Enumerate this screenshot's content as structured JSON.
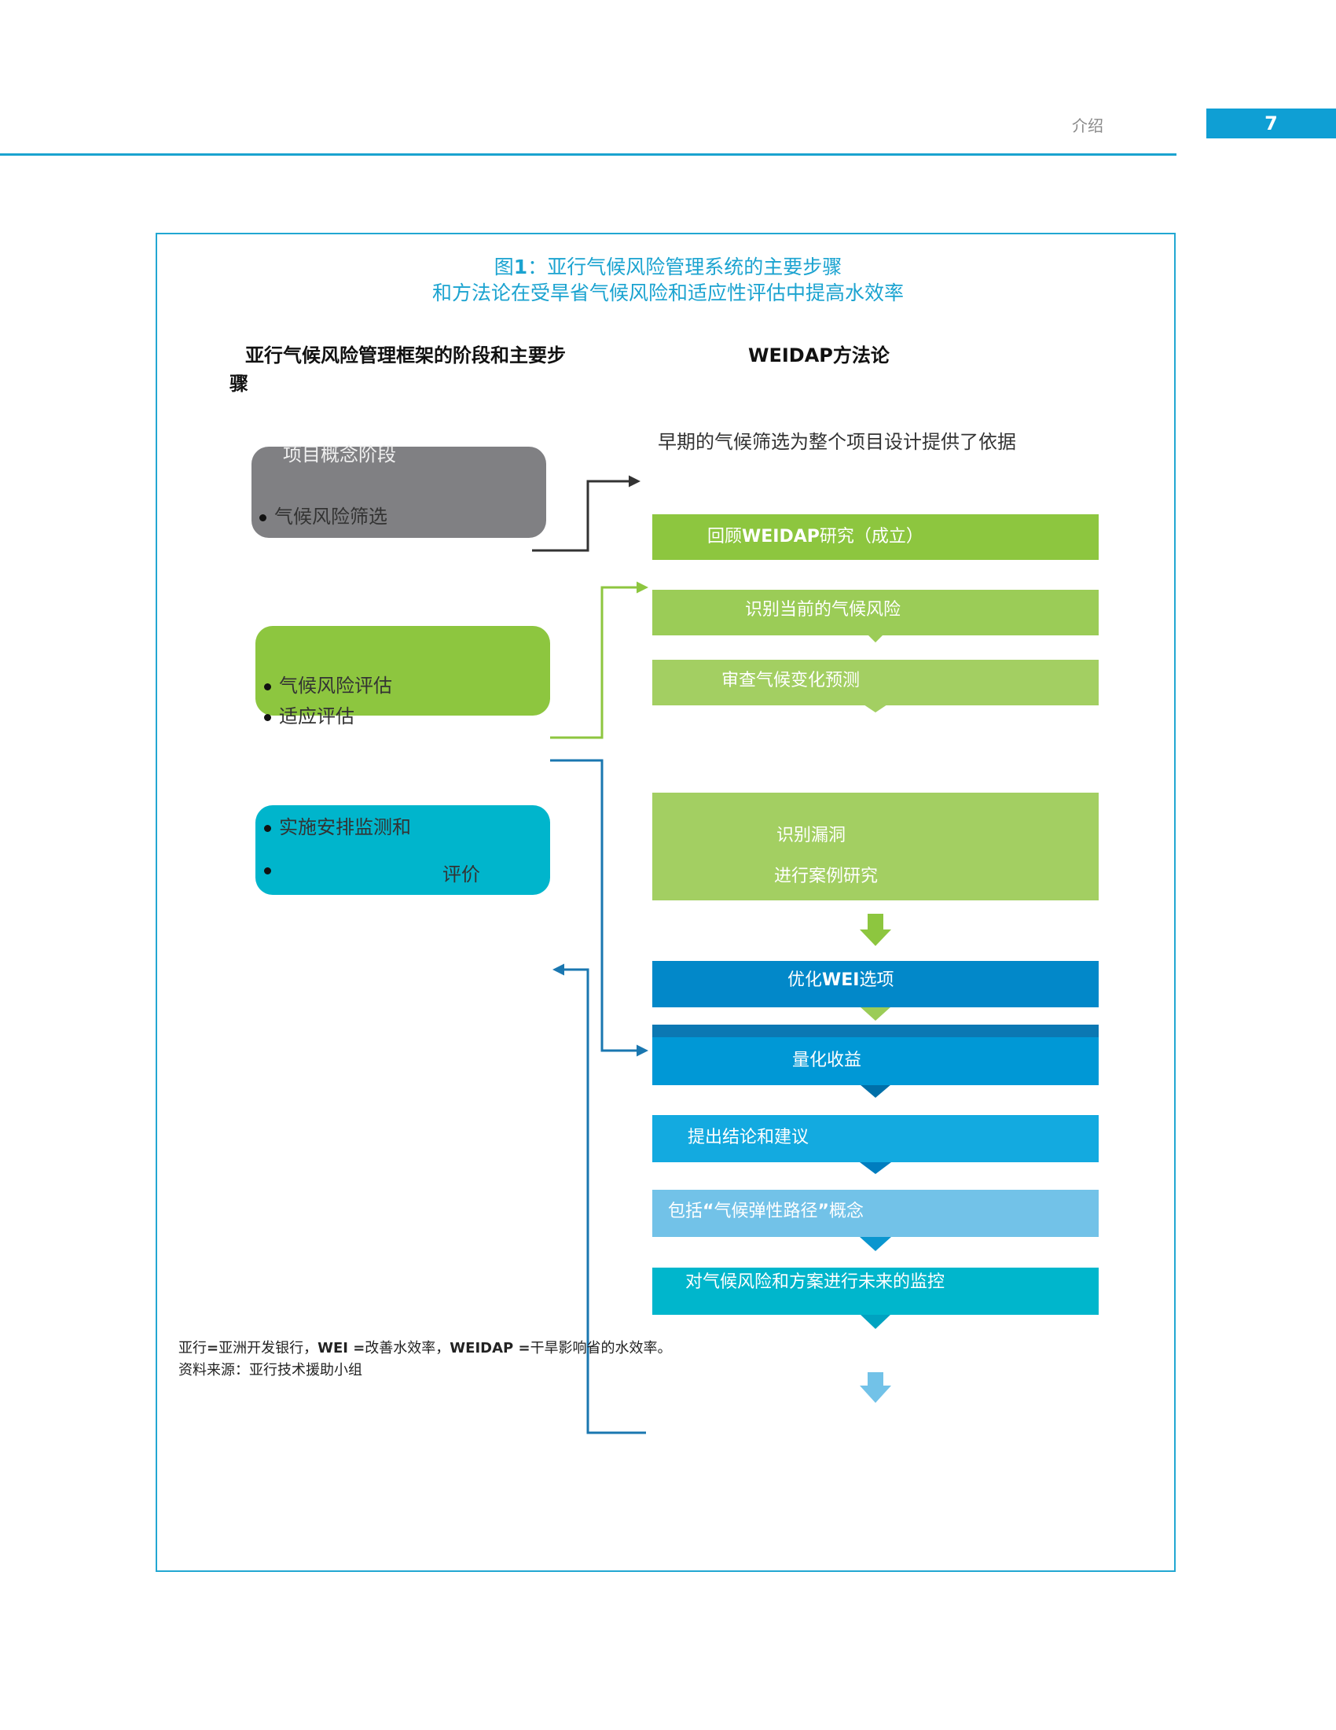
{
  "header": {
    "section": "介绍",
    "page_number": "7"
  },
  "figure": {
    "title_prefix": "图",
    "title_number": "1",
    "title_rest": "：亚行气候风险管理系统的主要步骤",
    "subtitle": "和方法论在受旱省气候风险和适应性评估中提高水效率"
  },
  "left_column": {
    "heading_line1": "亚行气候风险管理框架的阶段和主要步",
    "heading_line2": "骤",
    "stages": [
      {
        "title": "项目概念阶段",
        "items": [
          "气候风险筛选"
        ],
        "color": "#808083"
      },
      {
        "items": [
          "气候风险评估",
          "适应评估"
        ],
        "color": "#8dc63f"
      },
      {
        "items": [
          "实施安排监测和",
          "评价"
        ],
        "color": "#00b5cc"
      }
    ]
  },
  "right_column": {
    "heading": "WEIDAP方法论",
    "intro": "早期的气候筛选为整个项目设计提供了依据",
    "steps": {
      "review": {
        "pre": "回顾",
        "bold": "WEIDAP",
        "post": "研究（成立）",
        "color": "#8dc63f"
      },
      "identify_risks": {
        "text": "识别当前的气候风险",
        "color": "#9bcc57"
      },
      "review_projections": {
        "text": "审查气候变化预测",
        "color": "#a3cf62"
      },
      "gaps": {
        "line1": "识别漏洞",
        "line2": "进行案例研究",
        "color": "#a3cf62"
      },
      "optimize": {
        "pre": "优化",
        "bold": "WEI",
        "post": "选项",
        "color": "#0288c9"
      },
      "quantify": {
        "text": "量化收益",
        "color": "#0098d6"
      },
      "conclusions": {
        "text": "提出结论和建议",
        "color": "#13aae0"
      },
      "pathways": {
        "pre": "包括",
        "bold": "“",
        "mid": "气候弹性路径",
        "bold2": "”",
        "post": "概念",
        "color": "#72c2e8"
      },
      "monitoring": {
        "text": "对气候风险和方案进行未来的监控",
        "color": "#00b6cc"
      }
    }
  },
  "footnote": {
    "line1": {
      "a": "亚行",
      "a_eq": "=",
      "b": "亚洲开发银行，",
      "c_bold": "WEI =",
      "c": "改善水效率，",
      "d_bold": "WEIDAP =",
      "d": "干旱影响省的水效率。"
    },
    "line2": "资料来源：亚行技术援助小组"
  },
  "colors": {
    "accent_blue": "#0f9fd4",
    "connector_dark": "#333333",
    "connector_green": "#8dc63f",
    "connector_blue": "#1a77b0"
  }
}
